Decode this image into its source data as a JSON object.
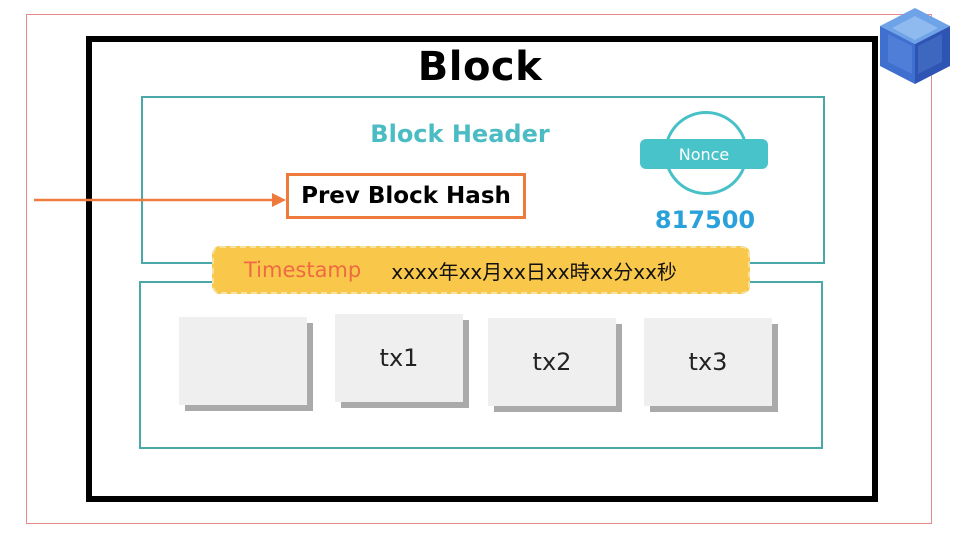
{
  "diagram": {
    "block_title": "Block",
    "header_title": "Block Header",
    "prev_block_hash": "Prev Block Hash",
    "nonce_label": "Nonce",
    "nonce_value": "817500",
    "timestamp_label": "Timestamp",
    "timestamp_value": "xxxx年xx月xx日xx時xx分xx秒",
    "transactions": [
      "",
      "tx1",
      "tx2",
      "tx3"
    ]
  },
  "colors": {
    "teal": "#4cbcc4",
    "orange": "#ee7a3c",
    "timestamp_fill": "#f9c84a",
    "nonce_value": "#2aa1da",
    "frame": "#e58a8a"
  },
  "icons": [
    "cube-logo-icon",
    "arrow-right-icon"
  ]
}
